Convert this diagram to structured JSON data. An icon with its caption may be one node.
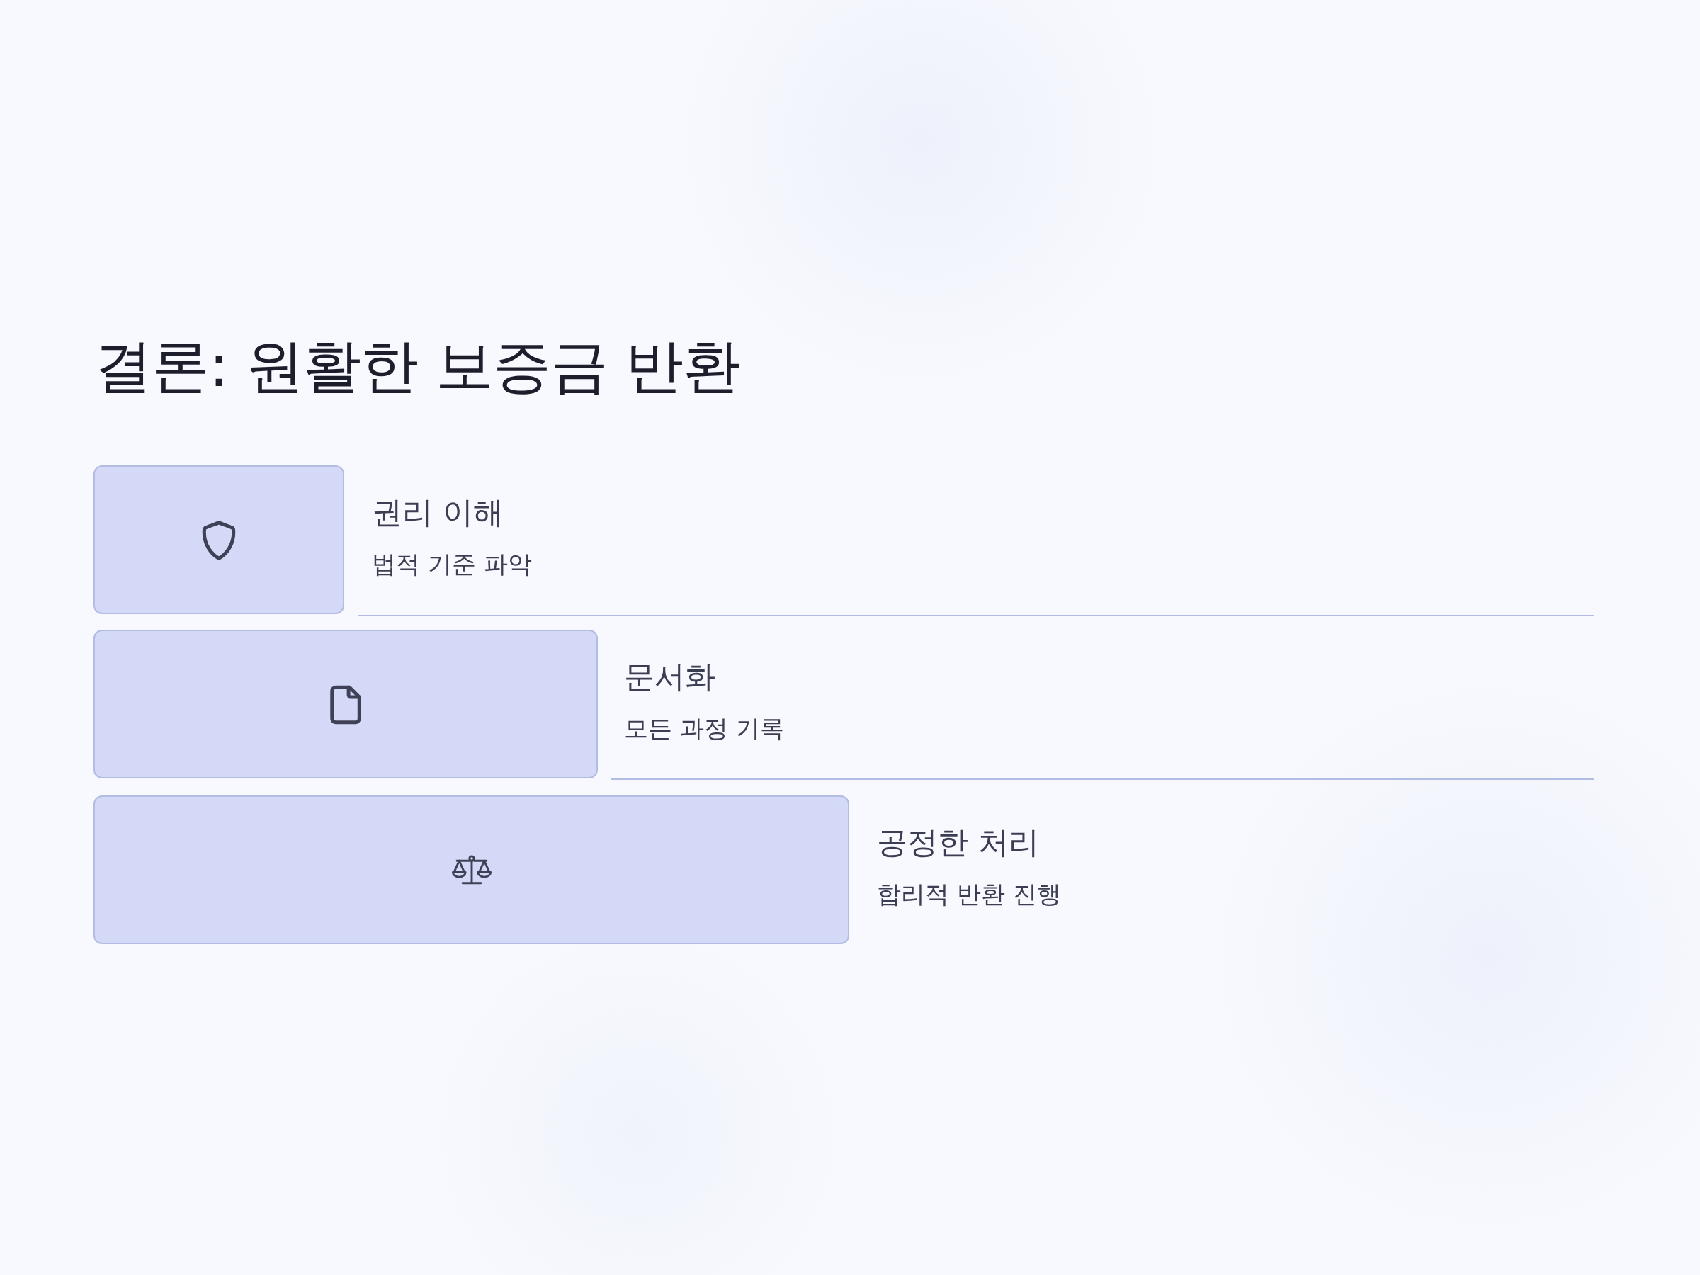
{
  "diagram": {
    "title": "결론: 원활한 보증금 반환",
    "nodes": [
      {
        "text": [],
        "shape": "bar",
        "beside": [
          "권리 이해",
          "법적 기준 파악"
        ]
      },
      {
        "text": [],
        "shape": "bar",
        "beside": [
          "문서화",
          "모든 과정 기록"
        ]
      },
      {
        "text": [],
        "shape": "bar",
        "beside": [
          "공정한 처리",
          "합리적 반환 진행"
        ]
      }
    ]
  }
}
